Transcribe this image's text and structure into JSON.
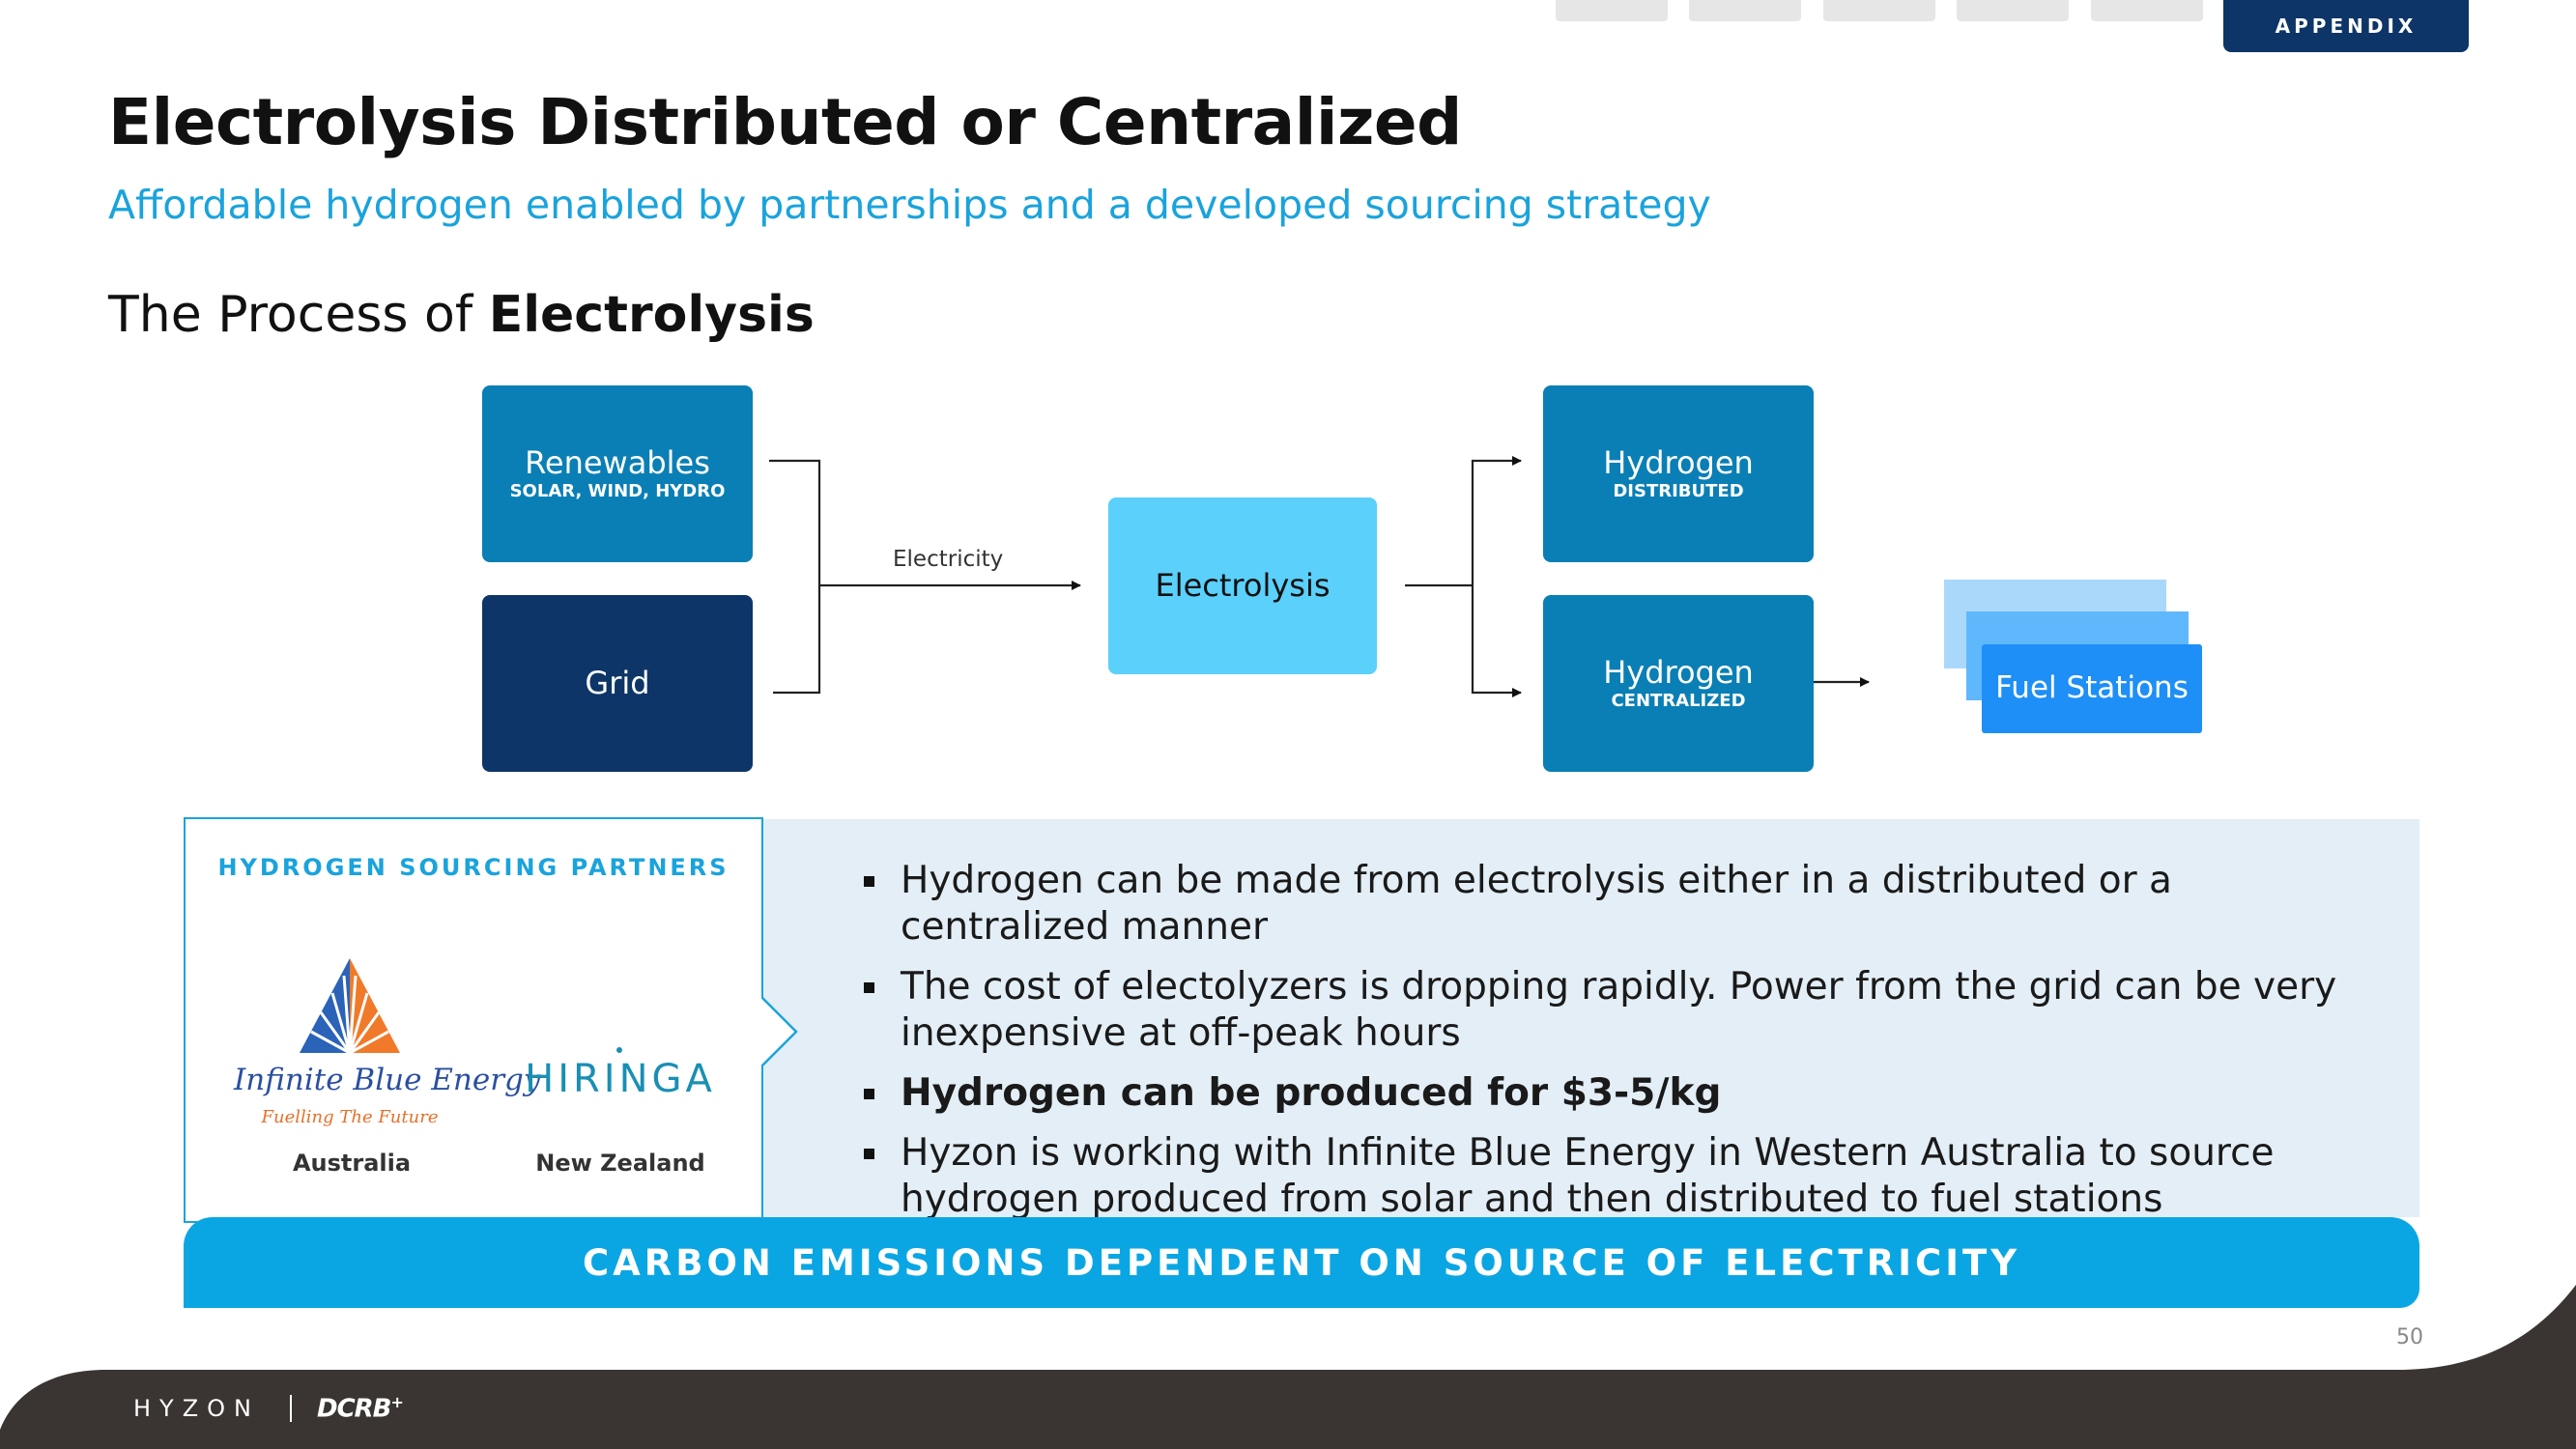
{
  "nav": {
    "appendix_label": "APPENDIX"
  },
  "slide": {
    "title": "Electrolysis Distributed or Centralized",
    "subtitle": "Affordable hydrogen enabled by partnerships and a developed sourcing strategy",
    "section_prefix": "The Process of ",
    "section_bold": "Electrolysis"
  },
  "diagram": {
    "renewables": {
      "title": "Renewables",
      "sub": "SOLAR, WIND, HYDRO"
    },
    "grid": {
      "title": "Grid"
    },
    "electricity_label": "Electricity",
    "electrolysis": {
      "title": "Electrolysis"
    },
    "hydrogen_distributed": {
      "title": "Hydrogen",
      "sub": "DISTRIBUTED"
    },
    "hydrogen_centralized": {
      "title": "Hydrogen",
      "sub": "CENTRALIZED"
    },
    "fuel_stations": {
      "title": "Fuel Stations"
    }
  },
  "partners": {
    "heading": "HYDROGEN SOURCING PARTNERS",
    "items": [
      {
        "logo_text": "Infinite Blue Energy",
        "tagline": "Fuelling The Future",
        "country": "Australia"
      },
      {
        "logo_text": "HIRINGA",
        "country": "New Zealand"
      }
    ]
  },
  "bullets": [
    {
      "text": "Hydrogen can be made from electrolysis either in a distributed or a centralized manner"
    },
    {
      "text": "The cost of electolyzers is dropping rapidly. Power from the grid can be very inexpensive at off-peak hours"
    },
    {
      "text": "Hydrogen can be produced for $3-5/kg"
    },
    {
      "text": "Hyzon is working with Infinite Blue Energy in Western Australia to source hydrogen produced from solar and then distributed to fuel stations"
    }
  ],
  "banner": "CARBON EMISSIONS DEPENDENT ON SOURCE OF ELECTRICITY",
  "page_number": "50",
  "footer": {
    "brand": "HYZON",
    "partner": "DCRB",
    "partner_mark": "+"
  },
  "colors": {
    "accent": "#1aa3dc",
    "navy": "#0d3567",
    "box_blue": "#0a7fb5",
    "light_blue": "#5bd0fb",
    "banner_blue": "#0aa6e4",
    "footer_dark": "#3a3532"
  }
}
